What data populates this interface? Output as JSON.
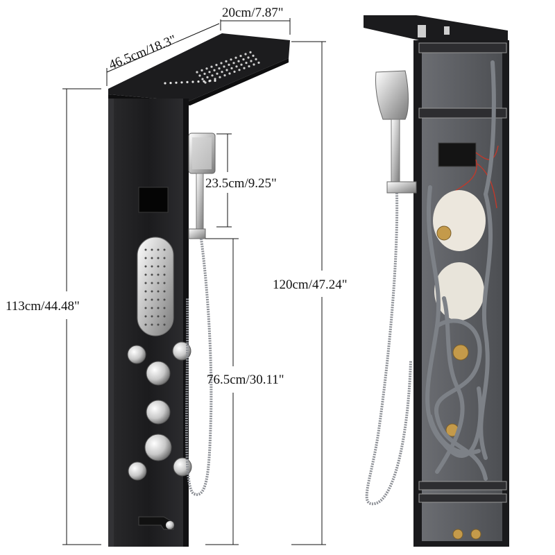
{
  "dimensions": {
    "head_depth": "46.5cm/18.3\"",
    "head_width": "20cm/7.87\"",
    "handheld_length": "23.5cm/9.25\"",
    "total_height": "120cm/47.24\"",
    "panel_height": "113cm/44.48\"",
    "holder_height": "76.5cm/30.11\""
  },
  "colors": {
    "panel": "#1d1d1f",
    "panel_edge": "#2c2c2e",
    "chrome": "#d9d9d9",
    "chrome_dark": "#8a8a8a",
    "interior": "#5a5c60",
    "hose": "#7d8187",
    "brass": "#c49a4a",
    "dim_line": "#111111"
  }
}
